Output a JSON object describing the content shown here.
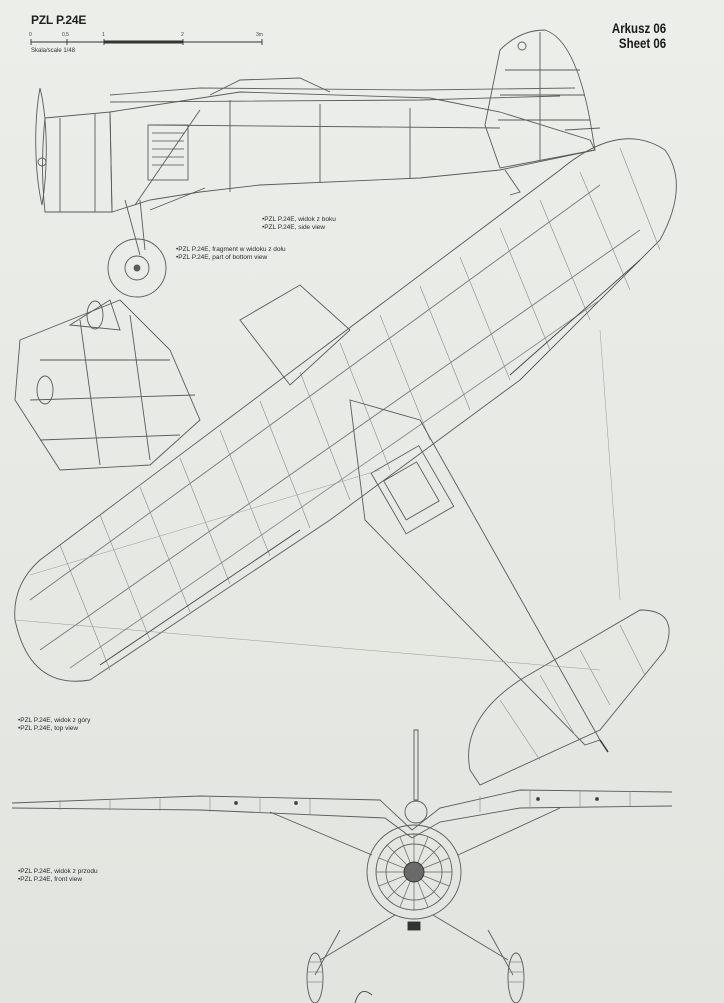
{
  "title": "PZL P.24E",
  "sheet": {
    "line1": "Arkusz 06",
    "line2": "Sheet 06"
  },
  "scale": {
    "label": "Skala/scale 1/48",
    "ticks": [
      "0",
      "0,5",
      "1",
      "2",
      "3m"
    ]
  },
  "captions": {
    "side_view": {
      "pl": "PZL P.24E, widok z boku",
      "en": "PZL P.24E, side view"
    },
    "bottom_fragment": {
      "pl": "PZL P.24E, fragment w widoku z dołu",
      "en": "PZL P.24E, part of bottom view"
    },
    "top_view": {
      "pl": "PZL P.24E, widok z góry",
      "en": "PZL P.24E, top view"
    },
    "front_view": {
      "pl": "PZL P.24E, widok z przodu",
      "en": "PZL P.24E, front view"
    }
  },
  "colors": {
    "paper": "#e9eae6",
    "line": "#5a5a5a",
    "dark": "#1f1f1f"
  }
}
